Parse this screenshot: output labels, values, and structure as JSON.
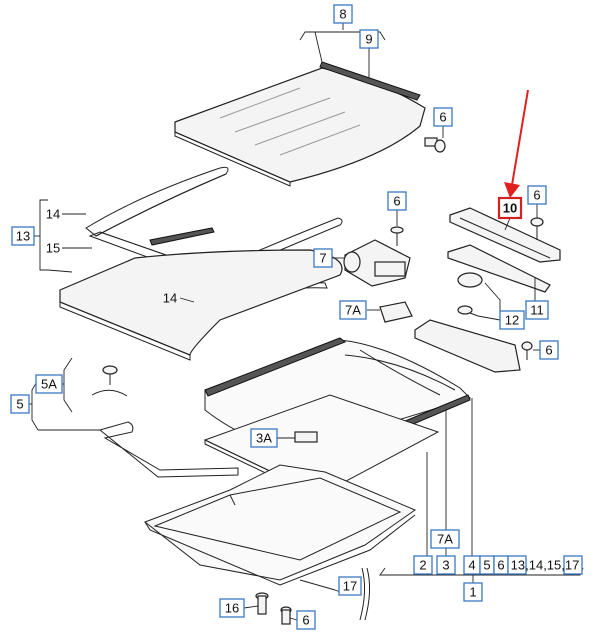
{
  "highlight_color": "#d61f1f",
  "callout_color": "#3a78c2",
  "callouts": {
    "c8": "8",
    "c9": "9",
    "c6_glass": "6",
    "c6_motor": "6",
    "c6_guide": "6",
    "c6_deflector": "6",
    "c6_bottom": "6",
    "c10": "10",
    "c11": "11",
    "c12": "12",
    "c13": "13",
    "c14_top": "14",
    "c14_mid": "14",
    "c15": "15",
    "c7": "7",
    "c7A_mid": "7A",
    "c7A_bottom": "7A",
    "c5A": "5A",
    "c5": "5",
    "c3A": "3A",
    "c2": "2",
    "c3": "3",
    "c4": "4",
    "c5_bottom": "5",
    "c6_row": "6",
    "c13_list": "13,14,15,17",
    "c17": "17",
    "c1": "1",
    "c16": "16"
  }
}
